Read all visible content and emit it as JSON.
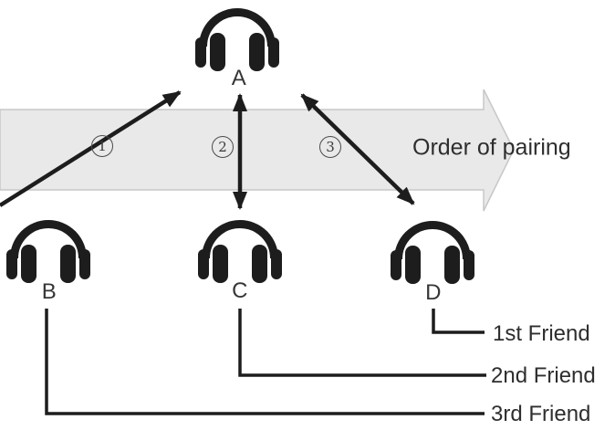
{
  "diagram": {
    "banner": {
      "label": "Order of pairing"
    },
    "colors": {
      "ink": "#1d1d1d",
      "band_fill": "#e9e9e9",
      "band_stroke": "#c7c7c7",
      "text": "#2e2e2e"
    },
    "devices": [
      {
        "label": "A"
      },
      {
        "label": "B"
      },
      {
        "label": "C"
      },
      {
        "label": "D"
      }
    ],
    "pairings": [
      {
        "number": "1",
        "from": "B",
        "to": "A",
        "arrow": "one-way"
      },
      {
        "number": "2",
        "from": "C",
        "to": "A",
        "arrow": "two-way"
      },
      {
        "number": "3",
        "from": "D",
        "to": "A",
        "arrow": "two-way"
      }
    ],
    "friends": [
      {
        "device": "D",
        "label": "1st Friend"
      },
      {
        "device": "C",
        "label": "2nd Friend"
      },
      {
        "device": "B",
        "label": "3rd Friend"
      }
    ]
  }
}
